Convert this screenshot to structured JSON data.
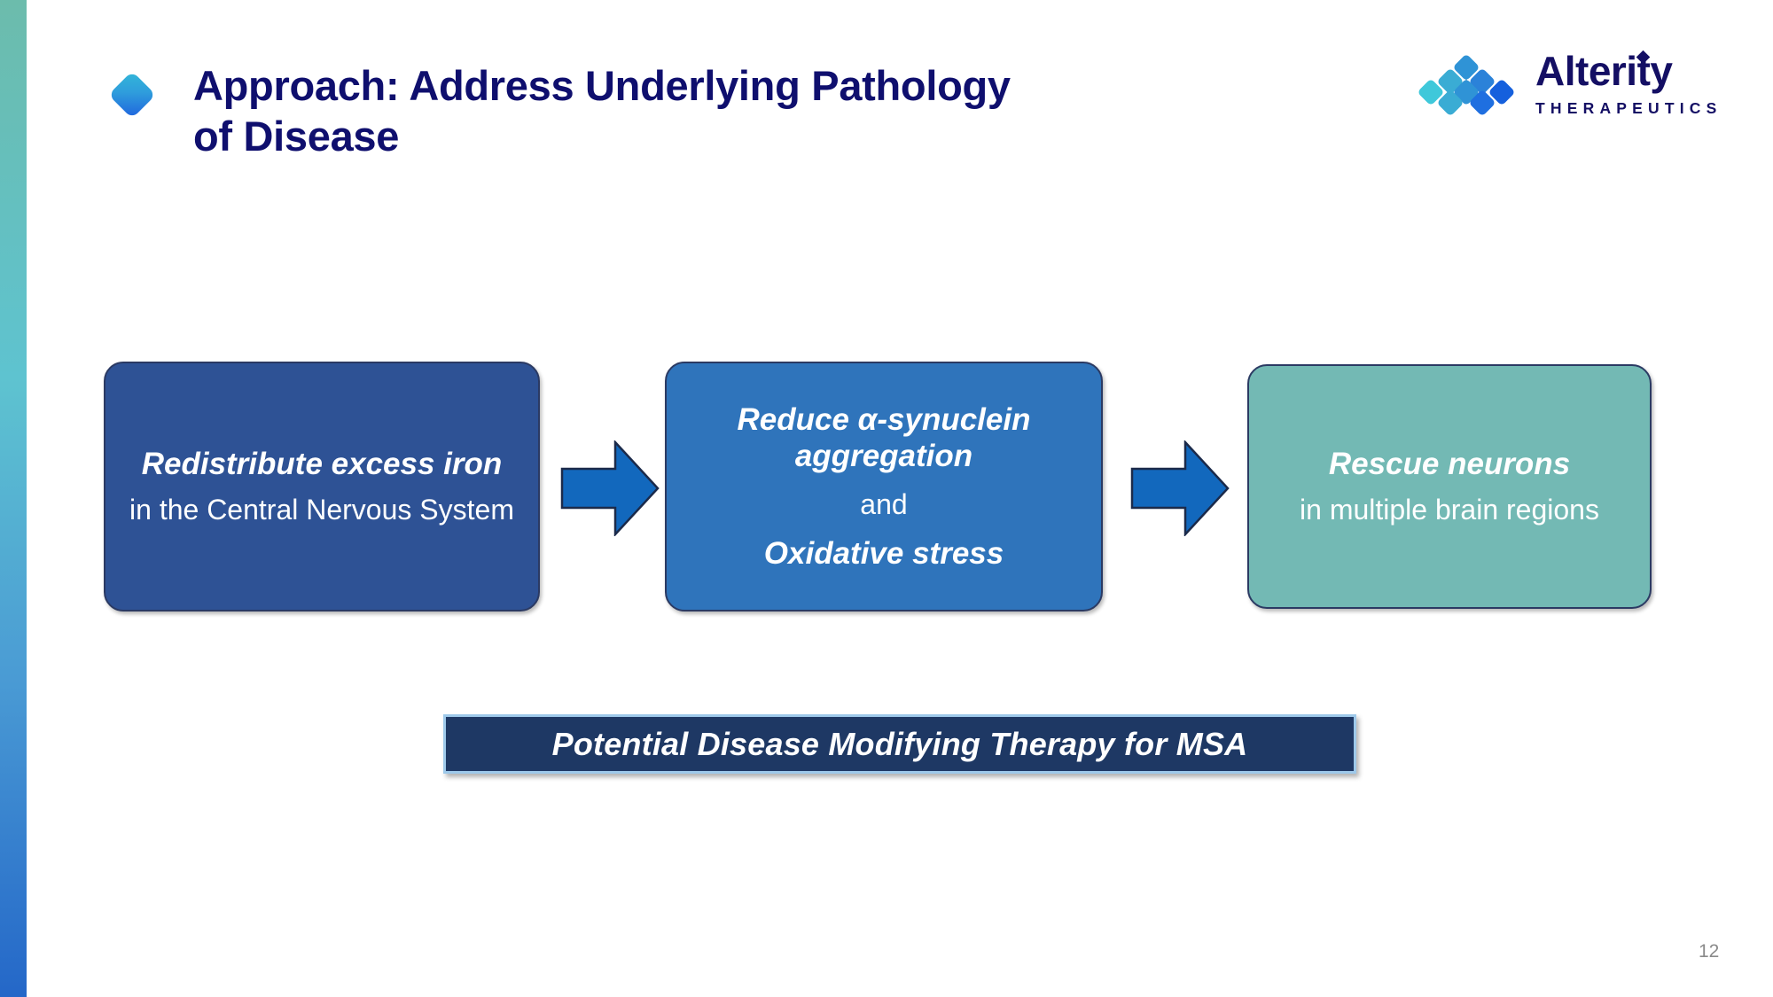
{
  "slide": {
    "title": "Approach: Address Underlying Pathology\nof Disease",
    "page_number": "12",
    "accent_bar": {
      "gradient_top": "#6cbcac",
      "gradient_bottom": "#2467c8"
    },
    "title_bullet_icon": "diamond-bullet-icon"
  },
  "logo": {
    "name": "Alterity",
    "tagline": "THERAPEUTICS",
    "mark_icon": "alterity-network-diamonds-icon",
    "color": "#140f64",
    "mark_colors": [
      "#3fc8da",
      "#3aacd4",
      "#2f93d6",
      "#2b82d9",
      "#1f6fe0",
      "#1560dd"
    ]
  },
  "flow": {
    "boxes": [
      {
        "id": "redistribute-iron",
        "emphasis": "Redistribute excess iron",
        "detail": "in the Central Nervous System",
        "color": "#2e5295"
      },
      {
        "id": "reduce-aggregation",
        "emphasis": "Reduce α-synuclein aggregation",
        "connector": "and",
        "emphasis2": "Oxidative stress",
        "color": "#2f74bb"
      },
      {
        "id": "rescue-neurons",
        "emphasis": "Rescue neurons",
        "detail": "in multiple brain regions",
        "color": "#73b9b4"
      }
    ],
    "arrows": [
      {
        "id": "arrow-1",
        "icon": "right-arrow-icon",
        "color": "#1268bd"
      },
      {
        "id": "arrow-2",
        "icon": "right-arrow-icon",
        "color": "#1268bd"
      }
    ]
  },
  "banner": {
    "text": "Potential Disease Modifying Therapy for MSA",
    "fill": "#1e3864",
    "border": "#9ec9ea"
  }
}
